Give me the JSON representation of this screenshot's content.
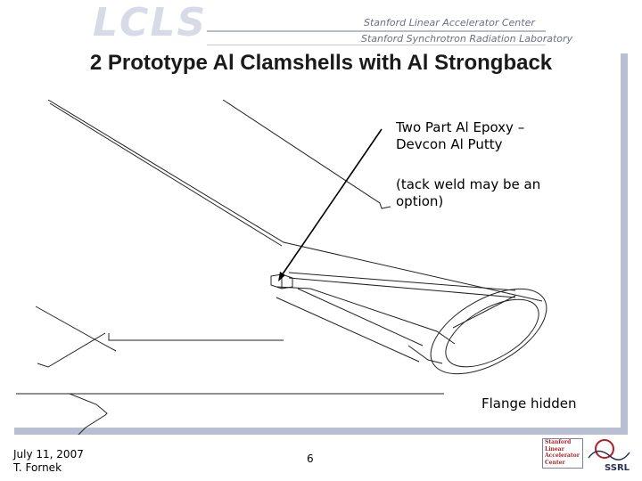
{
  "header": {
    "logo_text": "LCLS",
    "line1": "Stanford Linear Accelerator Center",
    "line2": "Stanford Synchrotron Radiation Laboratory"
  },
  "slide": {
    "title": "2 Prototype Al Clamshells with Al Strongback",
    "note_epoxy": "Two Part Al Epoxy –\nDevcon Al Putty",
    "note_weld": "(tack weld may be an\noption)",
    "note_flange": "Flange hidden"
  },
  "footer": {
    "date": "July 11, 2007",
    "author": "T. Fornek",
    "page": "6",
    "slac_logo": [
      "Stanford",
      "Linear",
      "Accelerator",
      "Center"
    ],
    "ssrl_logo": "SSRL"
  },
  "colors": {
    "frame": "#b9bfd2",
    "title": "#1a1a1a",
    "header_text": "#6b6f84",
    "slac_accent": "#b01f24"
  }
}
